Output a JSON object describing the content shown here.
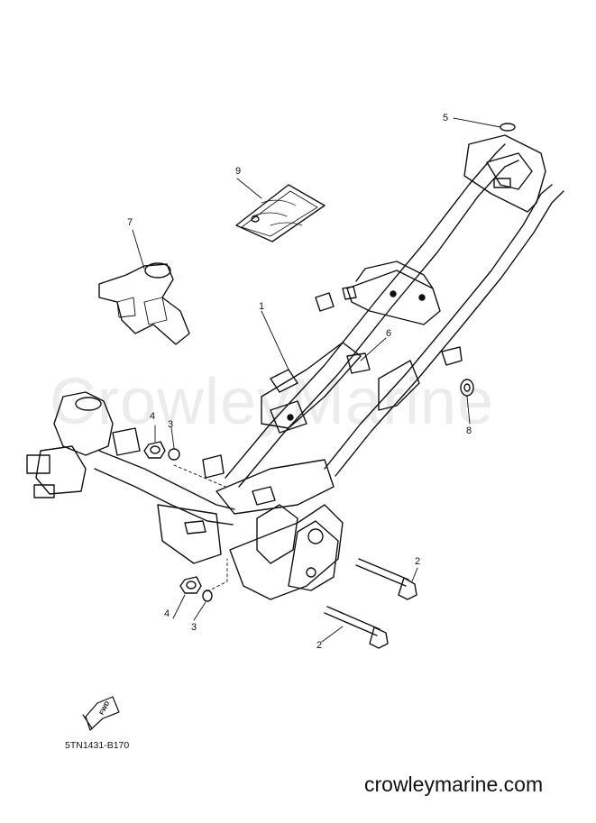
{
  "watermark_text": "CrowleyMarine",
  "callouts": [
    {
      "id": "1",
      "text": "1"
    },
    {
      "id": "2a",
      "text": "2"
    },
    {
      "id": "2b",
      "text": "2"
    },
    {
      "id": "3a",
      "text": "3"
    },
    {
      "id": "3b",
      "text": "3"
    },
    {
      "id": "4a",
      "text": "4"
    },
    {
      "id": "4b",
      "text": "4"
    },
    {
      "id": "5",
      "text": "5"
    },
    {
      "id": "6",
      "text": "6"
    },
    {
      "id": "7",
      "text": "7"
    },
    {
      "id": "8",
      "text": "8"
    },
    {
      "id": "9",
      "text": "9"
    }
  ],
  "fwd_label": "FWD",
  "diagram_code": "5TN1431-B170",
  "site_footer": "crowleymarine.com"
}
